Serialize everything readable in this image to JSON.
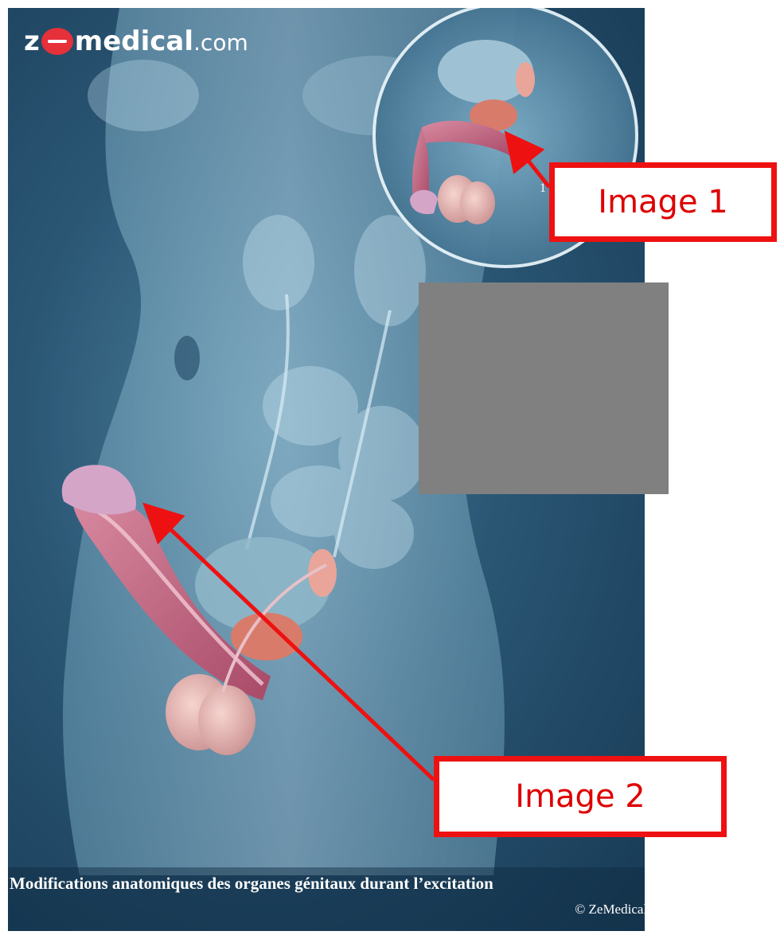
{
  "logo": {
    "z": "z",
    "brand": "medical",
    "tld": ".com"
  },
  "caption": "Modifications anatomiques des organes génitaux durant l’excitation",
  "credit": "© ZeMedical.com / Delphine Bailly",
  "labels": {
    "image1": "Image 1",
    "image2": "Image 2"
  },
  "inset_marker": "1",
  "colors": {
    "background": "#2a5674",
    "label_border": "#ee1111",
    "label_text": "#dd0000",
    "arrow": "#ee1111",
    "redaction": "#808080",
    "logo_badge": "#e6303a"
  }
}
